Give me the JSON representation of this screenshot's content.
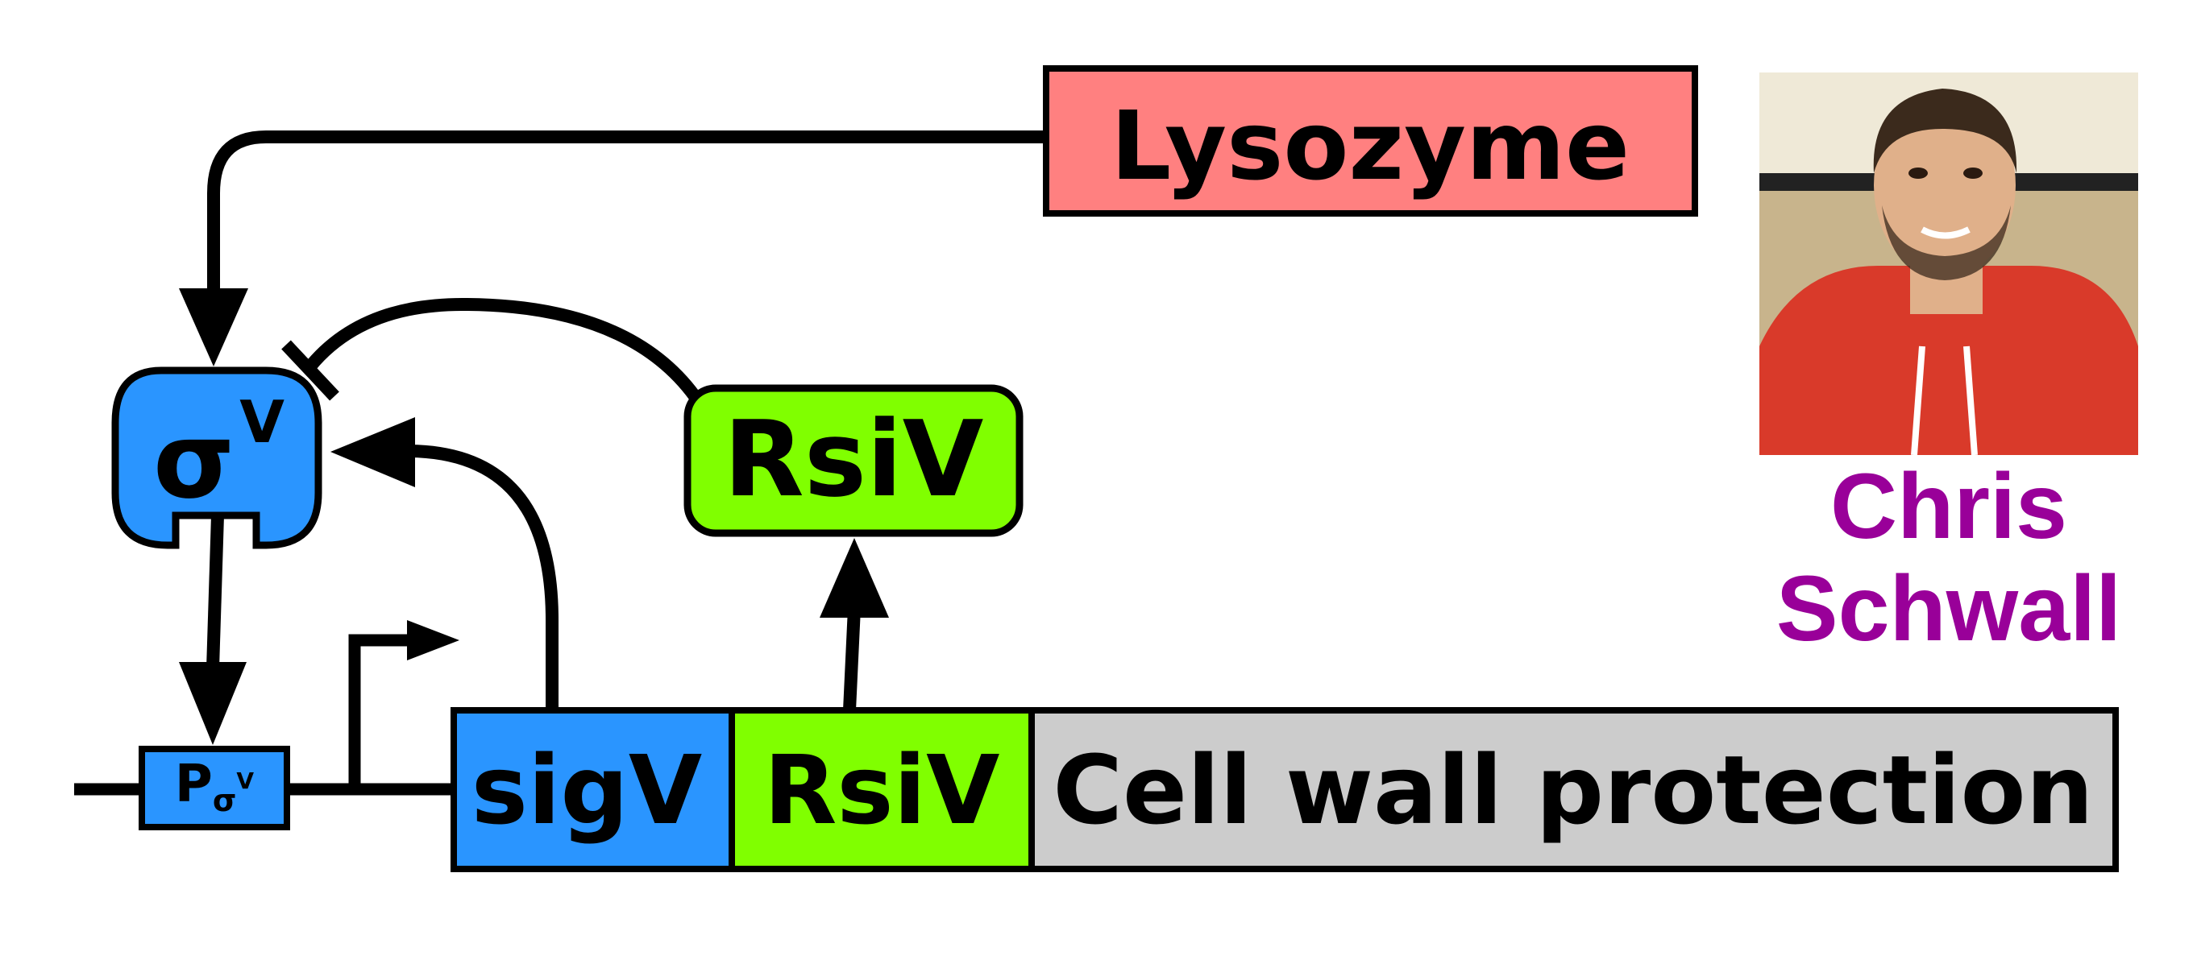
{
  "nodes": {
    "lysozyme": {
      "label": "Lysozyme",
      "color": "#ff8080"
    },
    "sigma": {
      "symbol": "σ",
      "superscript": "V",
      "color": "#2a95ff"
    },
    "rsiv_protein": {
      "label": "RsiV",
      "color": "#80ff00"
    },
    "promoter": {
      "main": "P",
      "sub": "σ",
      "sup": "V",
      "color": "#2a95ff"
    }
  },
  "genes": [
    {
      "label": "sigV",
      "color": "#2a95ff"
    },
    {
      "label": "RsiV",
      "color": "#80ff00"
    },
    {
      "label": "Cell wall protection",
      "color": "#cccccc"
    }
  ],
  "person": {
    "first_name": "Chris",
    "last_name": "Schwall",
    "color": "#990099"
  },
  "photo": {
    "colors": {
      "background": "#c8b48c",
      "wall": "#efe9d7",
      "hoodie": "#d93a2a",
      "skin": "#e0b08a",
      "hair": "#3b2a1c"
    }
  }
}
